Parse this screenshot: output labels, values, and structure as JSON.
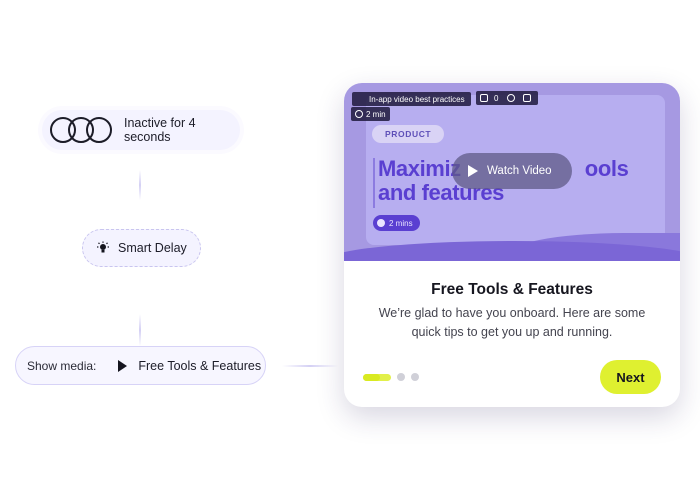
{
  "flow": {
    "inactive_label": "Inactive for 4 seconds",
    "delay_label": "Smart Delay",
    "media_prefix": "Show media:",
    "media_label": "Free Tools & Features"
  },
  "card": {
    "video_chip_title": "In-app video best practices",
    "comment_count": "0",
    "video_time_chip": "2 min",
    "category_badge": "PRODUCT",
    "headline_left": "Maximiz",
    "headline_right": "ools",
    "headline_line2": "and features",
    "duration_pill": "2 mins",
    "watch_label": "Watch Video",
    "title": "Free Tools & Features",
    "body": "We’re glad to have you onboard. Here are some quick tips to get you up and running.",
    "next_label": "Next",
    "pagination": {
      "current": 1,
      "total": 3
    }
  },
  "colors": {
    "accent_purple": "#5a3fd1",
    "media_bg": "#a699e2",
    "next_yellow": "#dff030",
    "node_bg": "#f4f3ff"
  },
  "icons": {
    "inactive": "three-rings-icon",
    "delay": "lightbulb-icon",
    "media": "play-icon"
  }
}
